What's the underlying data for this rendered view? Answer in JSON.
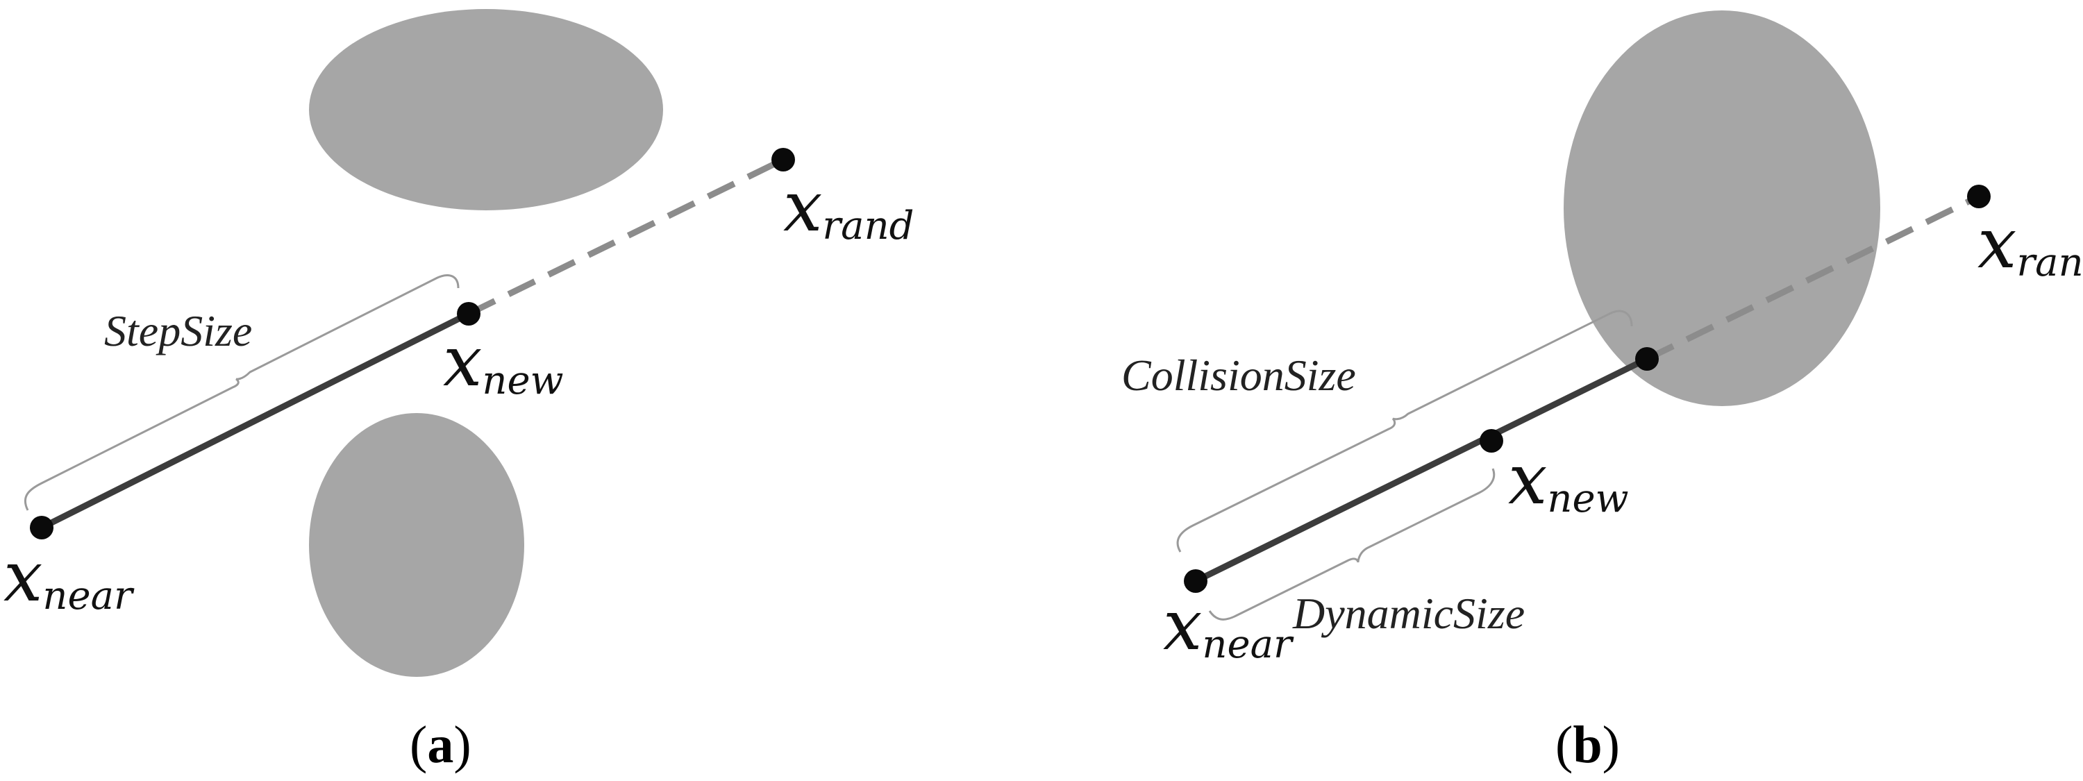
{
  "colors": {
    "obstacle": "#a6a6a6",
    "path_solid": "#3c3c3c",
    "path_dashed": "#8c8c8c",
    "brace": "#9a9a9a",
    "node": "#0a0a0a"
  },
  "panel_a": {
    "caption_open": "(",
    "caption_letter": "a",
    "caption_close": ")",
    "step_size_label": "StepSize",
    "x_rand": {
      "base": "x",
      "sub": "rand"
    },
    "x_new": {
      "base": "x",
      "sub": "new"
    },
    "x_near": {
      "base": "x",
      "sub": "near"
    }
  },
  "panel_b": {
    "caption_open": "(",
    "caption_letter": "b",
    "caption_close": ")",
    "collision_size_label": "CollisionSize",
    "dynamic_size_label": "DynamicSize",
    "x_rand": {
      "base": "x",
      "sub": "rand"
    },
    "x_new": {
      "base": "x",
      "sub": "new"
    },
    "x_near": {
      "base": "x",
      "sub": "near"
    }
  }
}
